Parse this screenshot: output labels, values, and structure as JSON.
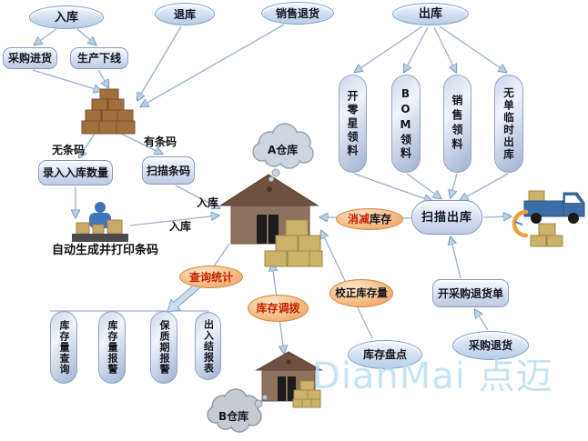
{
  "watermark": "DianMai 点迈",
  "nodes": {
    "inbound": "入库",
    "return_to_warehouse": "退库",
    "sales_return": "销售退货",
    "outbound": "出库",
    "purchase_incoming": "采购进货",
    "production_offline": "生产下线",
    "enter_inbound_qty": "录入入库数量",
    "scan_barcode": "扫描条码",
    "scan_outbound": "扫描出库",
    "create_purchase_return_order": "开采购退货单",
    "purchase_return": "采购退货",
    "stock_count": "库存盘点",
    "query_stats": "查询统计",
    "stock_transfer": "库存调拨",
    "reduce_stock_part1": "消减",
    "reduce_stock_part2": "库存",
    "correct_stock_qty": "校正库存量",
    "warehouse_a": "A仓库",
    "warehouse_b": "B仓库"
  },
  "outbound_capsules": [
    "开零星领料",
    "BOM领料",
    "销售领料",
    "无单临时出库"
  ],
  "query_capsules": [
    "库存量查询",
    "库存量报警",
    "保质期报警",
    "出入结报表"
  ],
  "edge_labels": {
    "no_barcode": "无条码",
    "has_barcode": "有条码",
    "inbound_scan": "入库",
    "inbound_manual": "入库",
    "auto_generate_print_barcode": "自动生成并打印条码"
  },
  "colors": {
    "node_blue": "#c9d9ec",
    "node_orange": "#f3b479",
    "accent_red": "#c22000",
    "arrow": "#9ab1cb",
    "watermark_blue": "#bedff2"
  }
}
